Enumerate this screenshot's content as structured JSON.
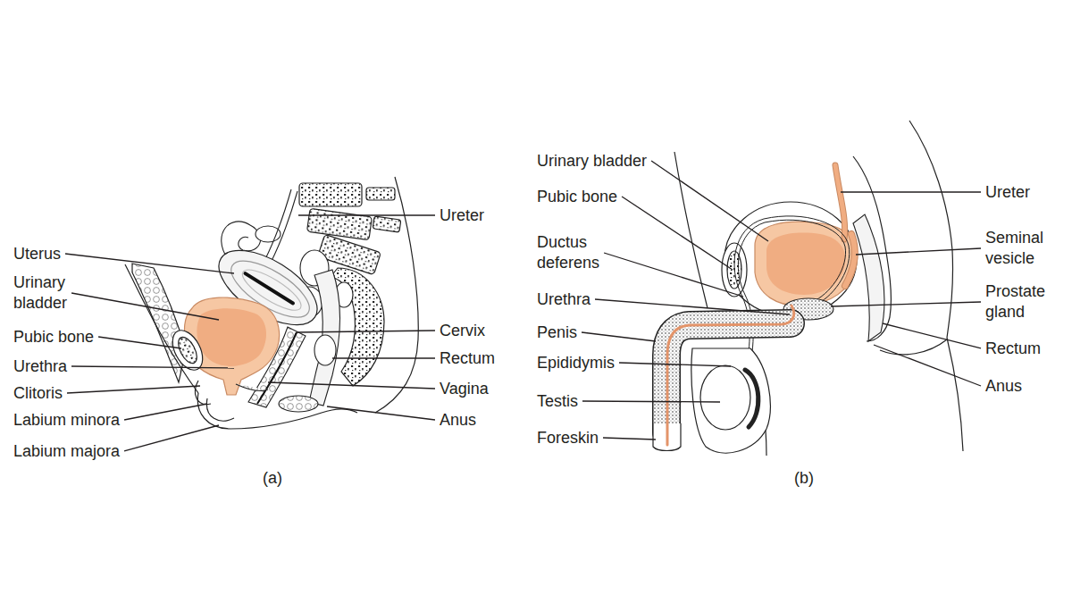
{
  "diagram": {
    "labels": [
      "Ureter",
      "Uterus",
      "Urinary bladder",
      "Pubic bone",
      "Urethra",
      "Clitoris",
      "Labium minora",
      "Labium majora",
      "Cervix",
      "Rectum",
      "Vagina",
      "Anus",
      "(a)",
      "Urinary bladder",
      "Pubic bone",
      "Ductus deferens",
      "Urethra",
      "Penis",
      "Epididymis",
      "Testis",
      "Foreskin",
      "Ureter",
      "Seminal vesicle",
      "Prostate gland",
      "Rectum",
      "Anus",
      "(b)"
    ]
  }
}
